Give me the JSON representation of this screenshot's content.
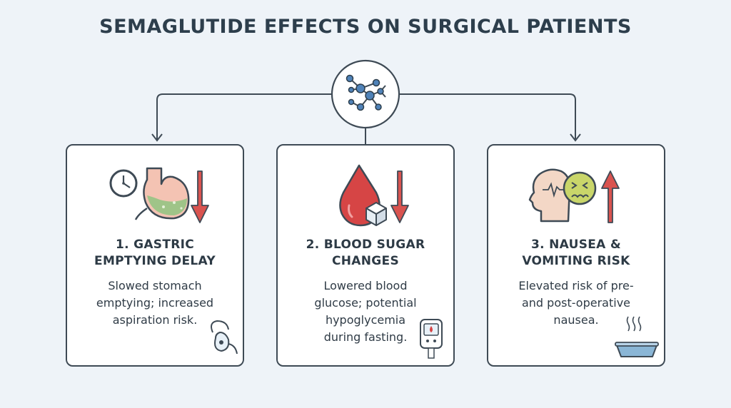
{
  "title": "SEMAGLUTIDE EFFECTS ON SURGICAL PATIENTS",
  "center_icon": "molecule-icon",
  "colors": {
    "background": "#eef3f8",
    "outline": "#3e4a55",
    "down_arrow": "#d9534f",
    "drop_red": "#d64545",
    "stomach_pink": "#f4c3b3",
    "stomach_green": "#9fc488",
    "nausea_face": "#c9d66a",
    "basin_blue": "#8ab6d6"
  },
  "cards": [
    {
      "title_lines": [
        "1. GASTRIC",
        "EMPTYING DELAY"
      ],
      "body_lines": [
        "Slowed stomach",
        "emptying; increased",
        "aspiration risk."
      ],
      "icons": [
        "clock-icon",
        "stomach-icon",
        "arrow-down-icon",
        "oxygen-mask-icon"
      ]
    },
    {
      "title_lines": [
        "2. BLOOD SUGAR",
        "CHANGES"
      ],
      "body_lines": [
        "Lowered blood",
        "glucose; potential",
        "hypoglycemia",
        "during fasting."
      ],
      "icons": [
        "blood-drop-icon",
        "sugar-cube-icon",
        "arrow-down-icon",
        "glucometer-icon"
      ]
    },
    {
      "title_lines": [
        "3. NAUSEA &",
        "VOMITING RISK"
      ],
      "body_lines": [
        "Elevated risk of pre-",
        "and post-operative",
        "nausea."
      ],
      "icons": [
        "head-profile-icon",
        "nauseated-face-icon",
        "arrow-up-icon",
        "basin-icon"
      ]
    }
  ]
}
